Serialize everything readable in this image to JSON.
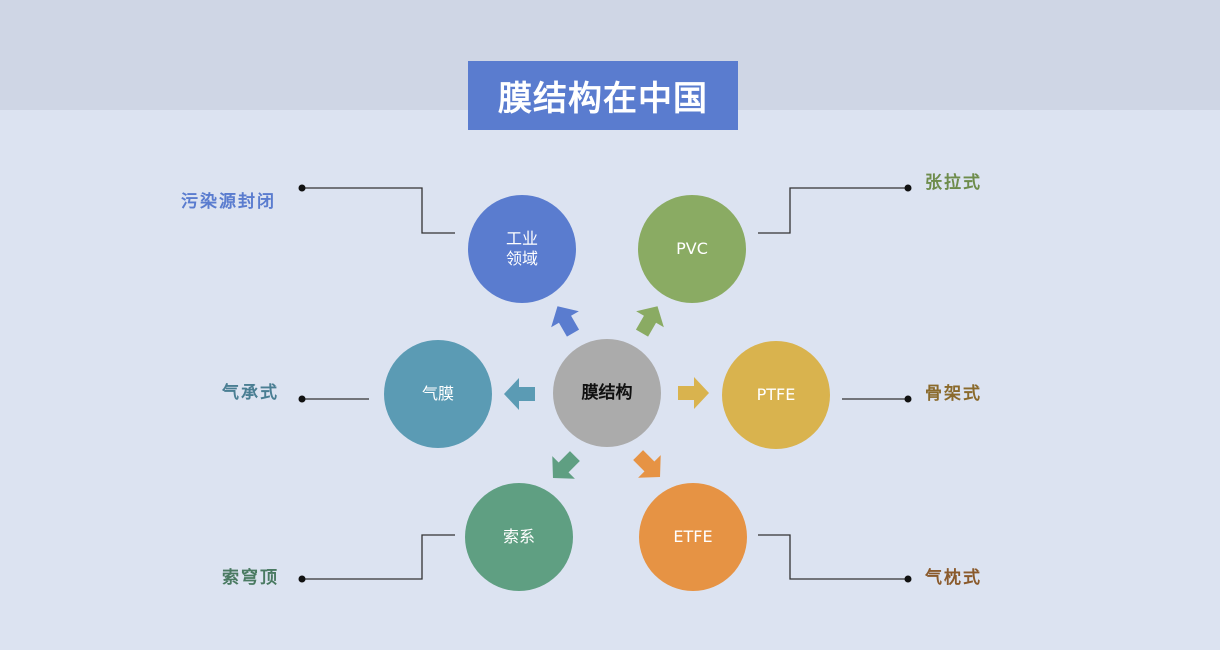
{
  "title": "膜结构在中国",
  "center": {
    "label": "膜结构",
    "color": "#ababab"
  },
  "nodes": [
    {
      "id": "industry",
      "label": "工业\n领域",
      "color": "#5a7ccf",
      "side_label": "污染源封闭",
      "side_color": "#5a7ccf"
    },
    {
      "id": "pvc",
      "label": "PVC",
      "color": "#8aab63",
      "side_label": "张拉式",
      "side_color": "#6e8c4c"
    },
    {
      "id": "ptfe",
      "label": "PTFE",
      "color": "#d9b34e",
      "side_label": "骨架式",
      "side_color": "#8a6a2c"
    },
    {
      "id": "etfe",
      "label": "ETFE",
      "color": "#e69344",
      "side_label": "气枕式",
      "side_color": "#8a5a2c"
    },
    {
      "id": "cable",
      "label": "索系",
      "color": "#5f9f82",
      "side_label": "索穹顶",
      "side_color": "#4a7a62"
    },
    {
      "id": "air",
      "label": "气膜",
      "color": "#5b9bb4",
      "side_label": "气承式",
      "side_color": "#4a7e93"
    }
  ]
}
